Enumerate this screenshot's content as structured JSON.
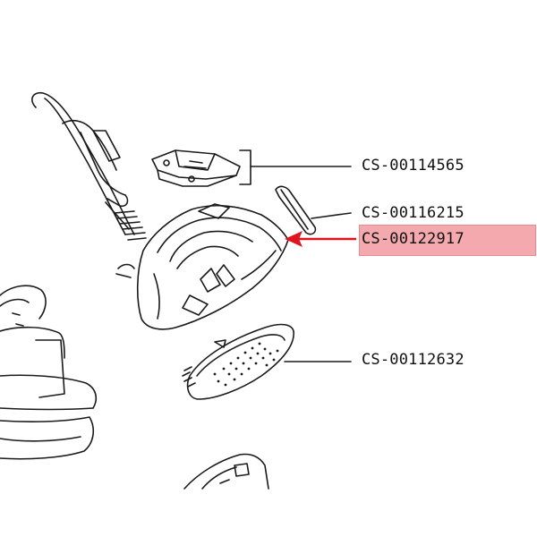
{
  "diagram": {
    "parts": [
      {
        "code": "CS-00114565",
        "highlighted": false
      },
      {
        "code": "CS-00116215",
        "highlighted": false
      },
      {
        "code": "CS-00122917",
        "highlighted": true
      },
      {
        "code": "CS-00112632",
        "highlighted": false
      }
    ],
    "colors": {
      "line": "#1a1a1a",
      "highlight": "#f3a9ad",
      "arrow": "#e0141e"
    }
  }
}
